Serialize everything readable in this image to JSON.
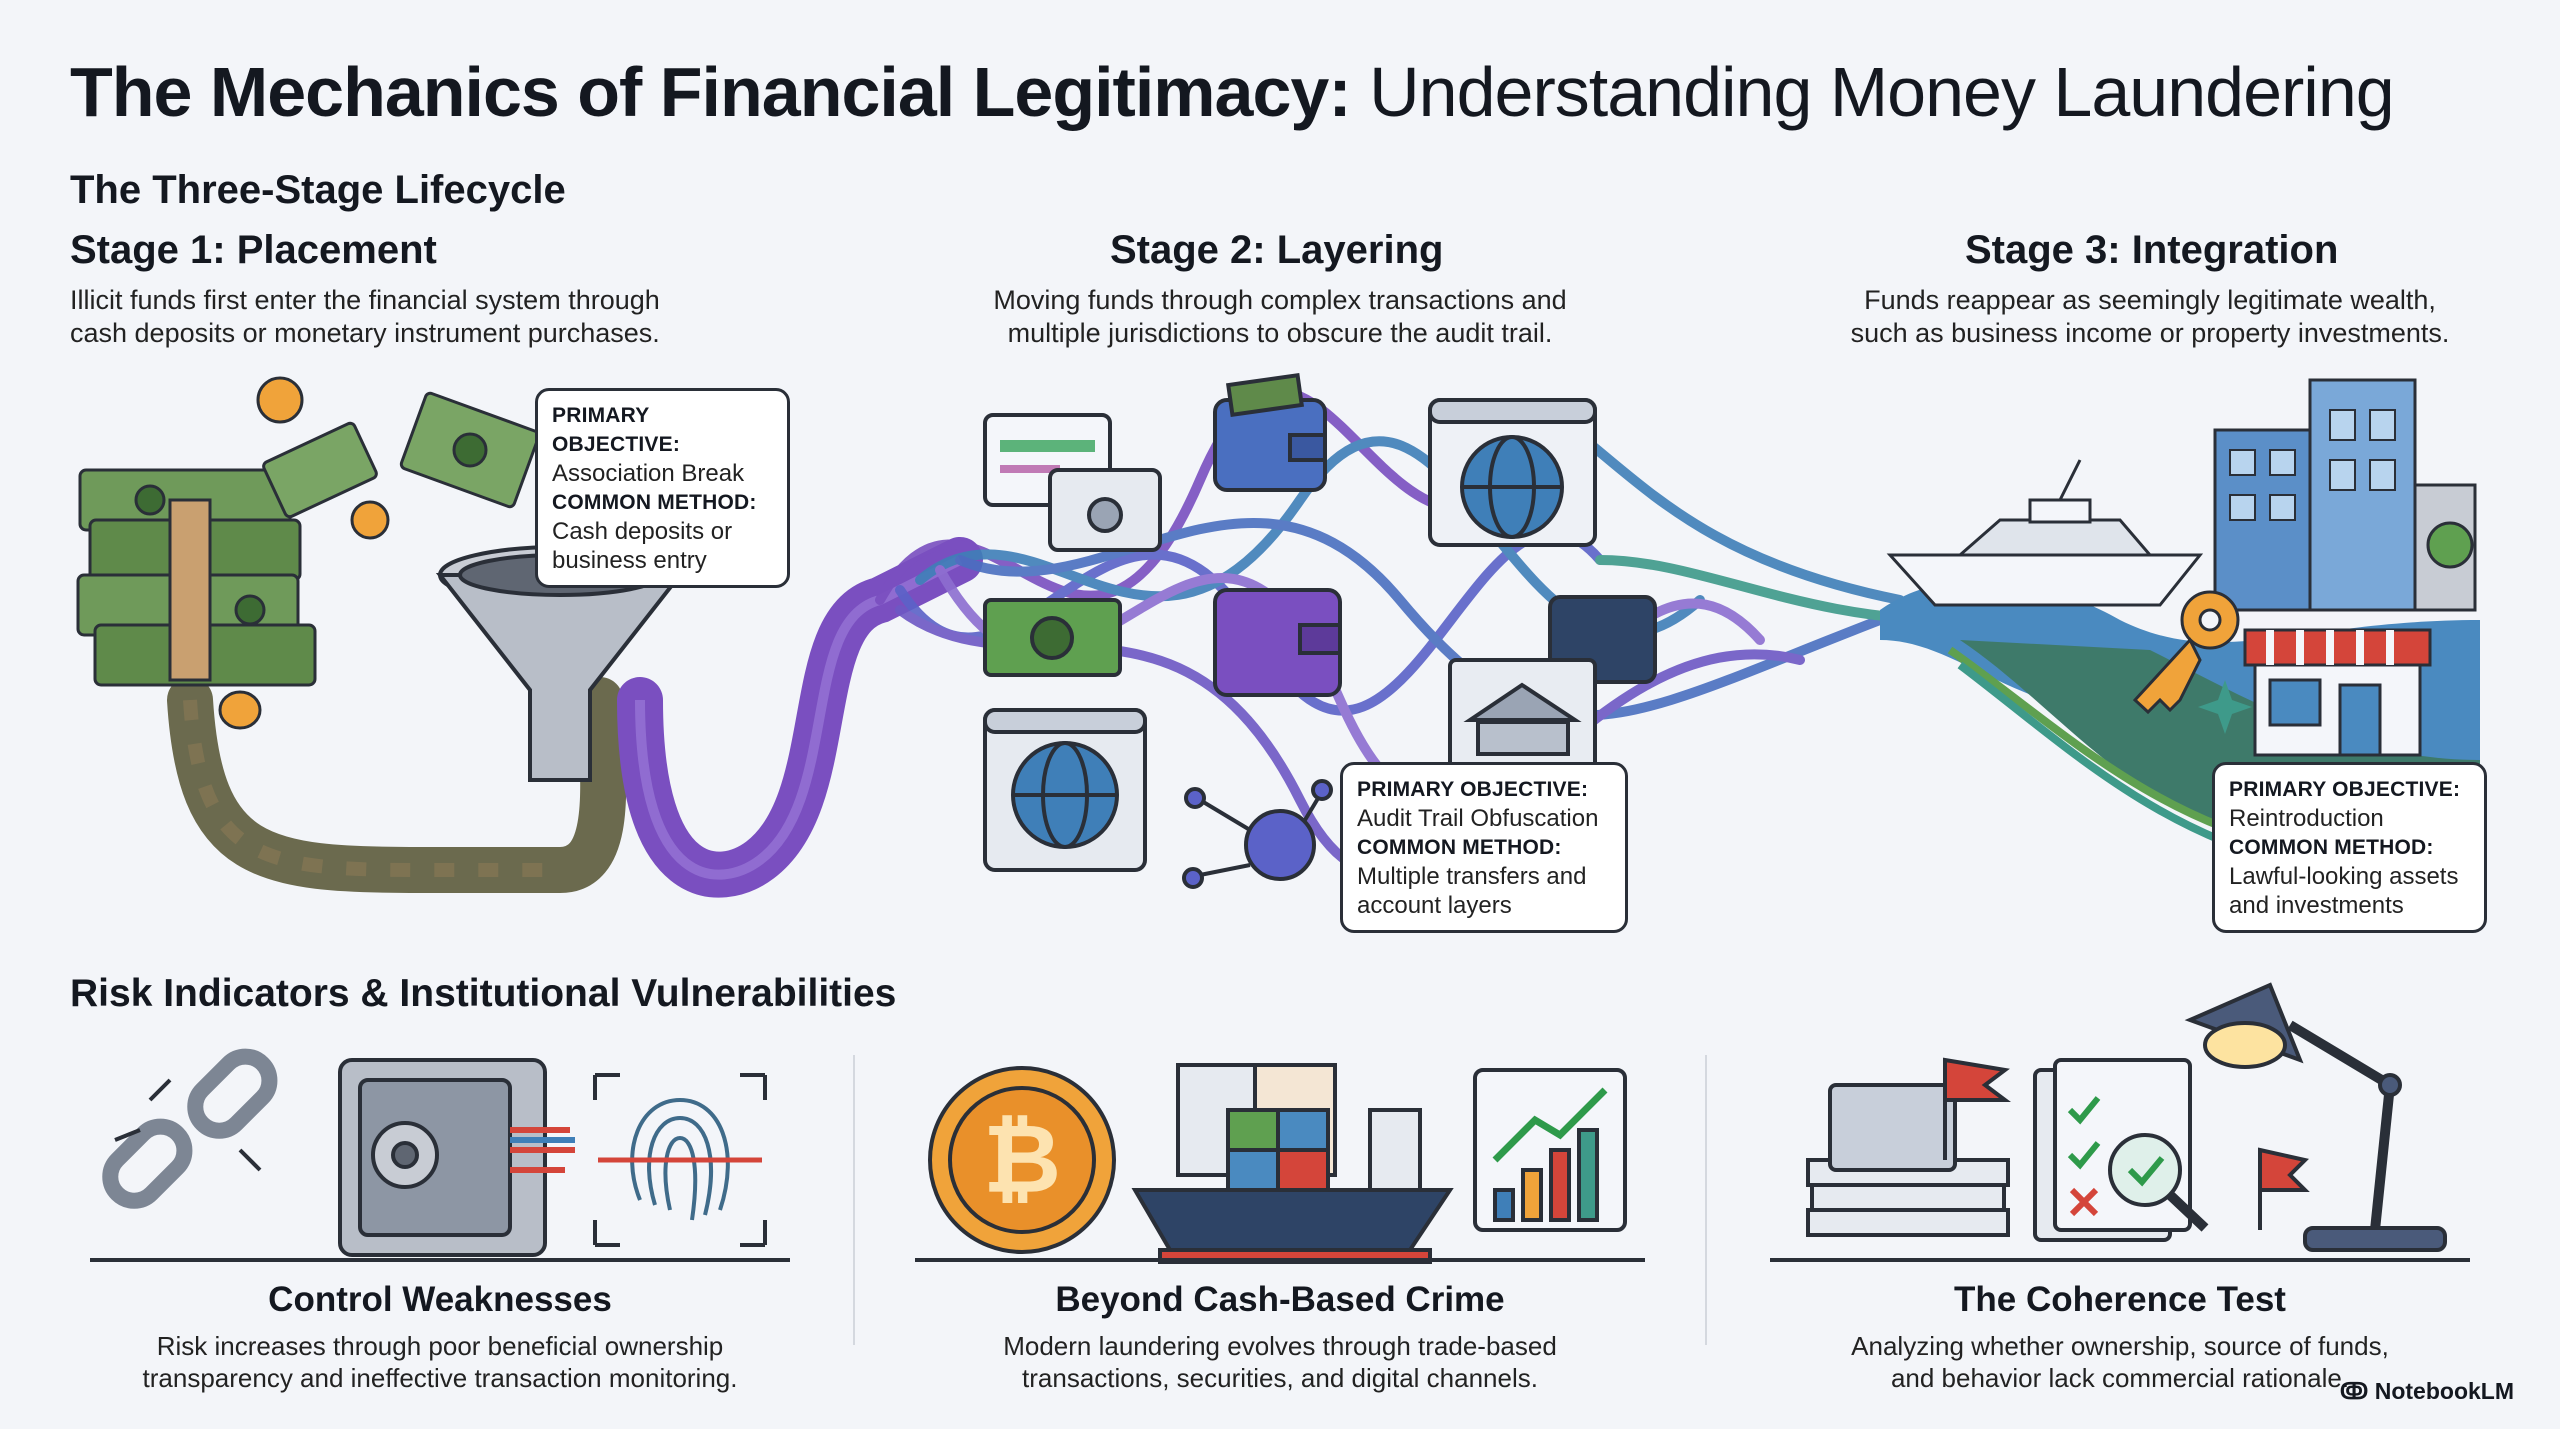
{
  "title": {
    "bold": "The Mechanics of Financial Legitimacy:",
    "normal": "Understanding Money Laundering"
  },
  "lifecycle_heading": "The Three-Stage Lifecycle",
  "stages": [
    {
      "title": "Stage 1: Placement",
      "desc_lines": [
        "Illicit funds first enter the financial system through",
        "cash deposits or monetary instrument purchases."
      ],
      "callout": {
        "objective_key": "PRIMARY OBJECTIVE:",
        "objective": "Association Break",
        "method_key": "COMMON METHOD:",
        "method_lines": [
          "Cash deposits or",
          "business entry"
        ]
      }
    },
    {
      "title": "Stage 2: Layering",
      "desc_lines": [
        "Moving funds through complex transactions and",
        "multiple jurisdictions to obscure the audit trail."
      ],
      "callout": {
        "objective_key": "PRIMARY OBJECTIVE:",
        "objective": "Audit Trail Obfuscation",
        "method_key": "COMMON METHOD:",
        "method_lines": [
          "Multiple transfers and",
          "account layers"
        ]
      }
    },
    {
      "title": "Stage 3: Integration",
      "desc_lines": [
        "Funds reappear as seemingly legitimate wealth,",
        "such as business income or property investments."
      ],
      "callout": {
        "objective_key": "PRIMARY OBJECTIVE:",
        "objective": "Reintroduction",
        "method_key": "COMMON METHOD:",
        "method_lines": [
          "Lawful-looking assets",
          "and investments"
        ]
      }
    }
  ],
  "risk_heading": "Risk Indicators & Institutional Vulnerabilities",
  "risks": [
    {
      "title": "Control Weaknesses",
      "desc_lines": [
        "Risk increases through poor beneficial ownership",
        "transparency and ineffective transaction monitoring."
      ],
      "icons": [
        "broken-chain-icon",
        "vault-icon",
        "fingerprint-icon"
      ]
    },
    {
      "title": "Beyond Cash-Based Crime",
      "desc_lines": [
        "Modern laundering evolves through trade-based",
        "transactions, securities, and digital channels."
      ],
      "icons": [
        "bitcoin-icon",
        "cargo-ship-icon",
        "stock-chart-icon"
      ]
    },
    {
      "title": "The Coherence Test",
      "desc_lines": [
        "Analyzing whether ownership, source of funds,",
        "and behavior lack commercial rationale."
      ],
      "icons": [
        "document-stack-icon",
        "checklist-magnifier-icon",
        "desk-lamp-icon"
      ]
    }
  ],
  "brand": "NotebookLM",
  "colors": {
    "money_green": "#5f8a4a",
    "layering_purple": "#7a4fc0",
    "flow_blue": "#3f7fb8",
    "integration_teal": "#3e9a8a",
    "outline": "#2a2f38",
    "coin_orange": "#f0a33a",
    "flag_red": "#d4453a"
  }
}
